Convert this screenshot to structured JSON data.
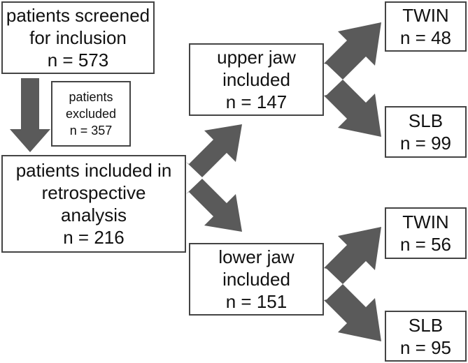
{
  "screened": {
    "line1": "patients screened",
    "line2": "for inclusion",
    "count": "n = 573"
  },
  "excluded": {
    "line1": "patients",
    "line2": "excluded",
    "count": "n = 357"
  },
  "included": {
    "line1": "patients included in",
    "line2": "retrospective",
    "line3": "analysis",
    "count": "n = 216"
  },
  "upper": {
    "line1": "upper jaw",
    "line2": "included",
    "count": "n = 147"
  },
  "lower": {
    "line1": "lower jaw",
    "line2": "included",
    "count": "n = 151"
  },
  "upper_twin": {
    "label": "TWIN",
    "count": "n = 48"
  },
  "upper_slb": {
    "label": "SLB",
    "count": "n = 99"
  },
  "lower_twin": {
    "label": "TWIN",
    "count": "n = 56"
  },
  "lower_slb": {
    "label": "SLB",
    "count": "n = 95"
  },
  "colors": {
    "arrow": "#5a5a5a",
    "border": "#444444"
  }
}
